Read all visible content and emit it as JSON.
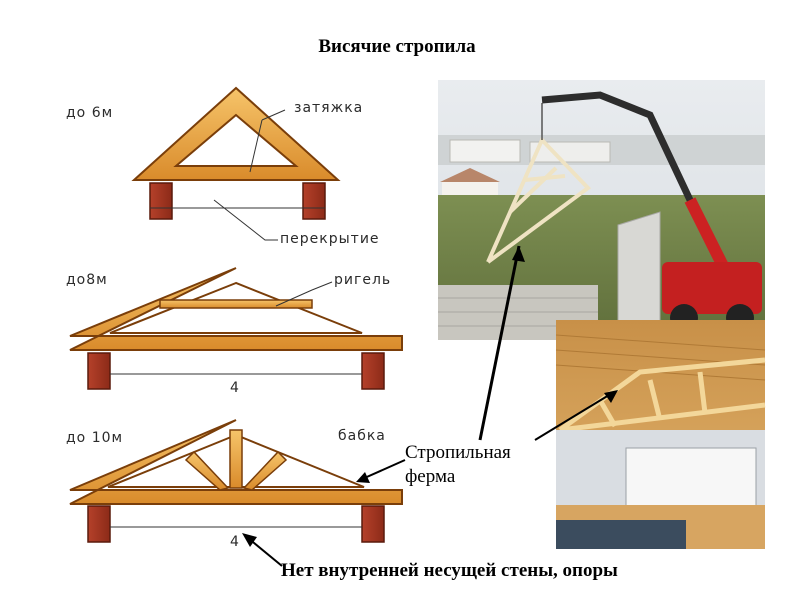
{
  "title": "Висячие стропила",
  "diagram": {
    "truss_6m": {
      "span": "до 6м",
      "label": "затяжка",
      "label_floor": "перекрытие"
    },
    "truss_8m": {
      "span": "до8м",
      "label": "ригель"
    },
    "truss_10m": {
      "span": "до 10м",
      "label": "бабка"
    },
    "dimension_mark": "4"
  },
  "captions": {
    "truss_line_1": "Стропильная",
    "truss_line_2": "ферма",
    "bottom": "Нет внутренней несущей стены, опоры"
  },
  "colors": {
    "wood": "#e8a94c",
    "brick": "#a33522",
    "crane": "#c42020"
  }
}
